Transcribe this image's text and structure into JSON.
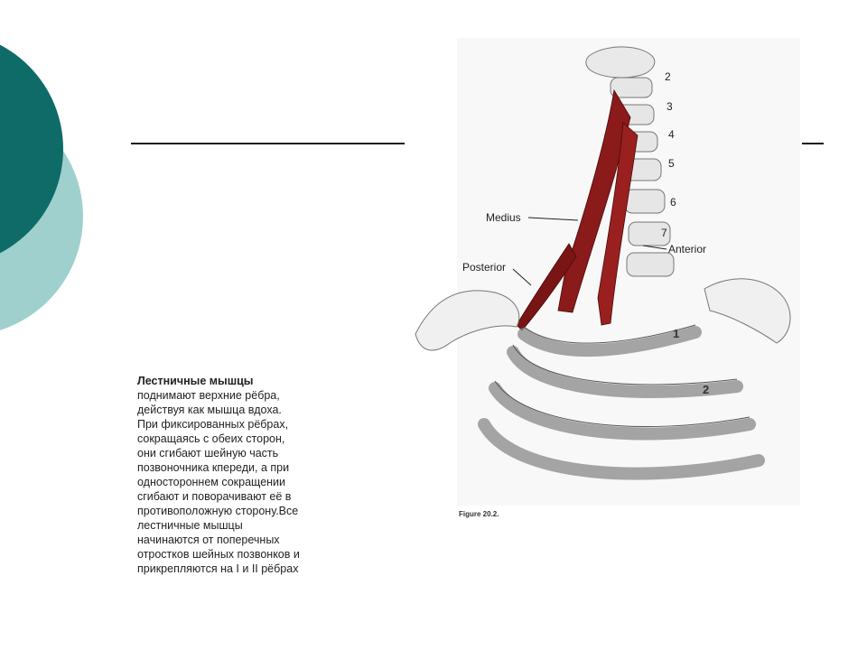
{
  "slide": {
    "text_title": "Лестничные мышцы",
    "text_body": "поднимают верхние рёбра,\nдействуя как мышца вдоха.\nПри фиксированных рёбрах,\nсокращаясь с обеих сторон,\nони сгибают шейную часть\nпозвоночника кпереди, а при\nодностороннем сокращении\nсгибают и поворачивают её в\nпротивоположную сторону.Все\nлестничные мышцы\nначинаются от поперечных\nотростков шейных позвонков и\nприкрепляются на I и II рёбрах"
  },
  "figure": {
    "labels": {
      "medius": "Medius",
      "anterior": "Anterior",
      "posterior": "Posterior"
    },
    "vertebra_numbers": [
      "2",
      "3",
      "4",
      "5",
      "6",
      "7"
    ],
    "rib_numbers": [
      "1",
      "2"
    ],
    "caption": "Figure 20.2."
  },
  "colors": {
    "teal_dark": "#0e6b68",
    "teal_light": "#9fd0ce",
    "muscle": "#8b1a1a"
  }
}
